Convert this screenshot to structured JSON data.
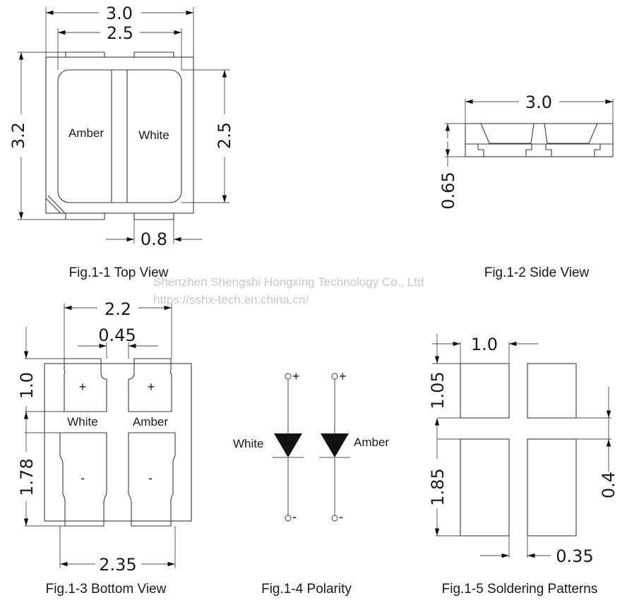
{
  "watermark": {
    "company": "Shenzhen Shengshi Hongxing Technology Co., Ltd",
    "url": "https://sshx-tech.en.china.cn/"
  },
  "figures": {
    "top_view": {
      "caption": "Fig.1-1 Top View",
      "dims": {
        "outer_width": "3.0",
        "inner_width": "2.5",
        "height": "3.2",
        "inner_height": "2.5",
        "pad_width": "0.8"
      },
      "labels": {
        "left": "Amber",
        "right": "White"
      }
    },
    "side_view": {
      "caption": "Fig.1-2 Side View",
      "dims": {
        "width": "3.0",
        "thickness": "0.65"
      }
    },
    "bottom_view": {
      "caption": "Fig.1-3 Bottom View",
      "dims": {
        "pad_span": "2.2",
        "gap": "0.45",
        "top_pad_height": "1.0",
        "bottom_pad_height": "1.78",
        "bottom_span": "2.35"
      },
      "labels": {
        "left": "White",
        "right": "Amber"
      },
      "signs": {
        "anode": "+",
        "cathode": "-"
      }
    },
    "polarity": {
      "caption": "Fig.1-4 Polarity",
      "labels": {
        "left": "White",
        "right": "Amber"
      },
      "signs": {
        "anode": "+",
        "cathode": "-"
      }
    },
    "soldering": {
      "caption": "Fig.1-5 Soldering Patterns",
      "dims": {
        "pad_width": "1.0",
        "top_pad_height": "1.05",
        "bottom_pad_height": "1.85",
        "row_gap": "0.4",
        "col_gap": "0.35"
      }
    }
  }
}
